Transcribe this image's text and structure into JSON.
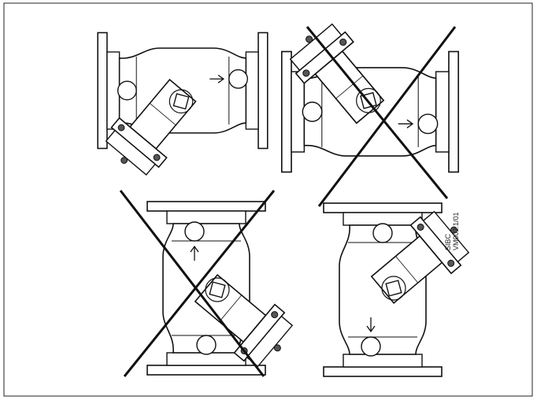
{
  "figure": {
    "code_line1": "SIBC",
    "code_line2": "VM002.1/01",
    "panels": [
      {
        "id": "top-left",
        "orientation": "horizontal-strainer-down",
        "crossed_out": false
      },
      {
        "id": "top-right",
        "orientation": "horizontal-strainer-up",
        "crossed_out": true
      },
      {
        "id": "bottom-left",
        "orientation": "vertical-flow-up",
        "crossed_out": true
      },
      {
        "id": "bottom-right",
        "orientation": "vertical-flow-down",
        "crossed_out": false
      }
    ],
    "colors": {
      "line": "#111111",
      "fill": "#ffffff",
      "border": "#222222"
    }
  }
}
